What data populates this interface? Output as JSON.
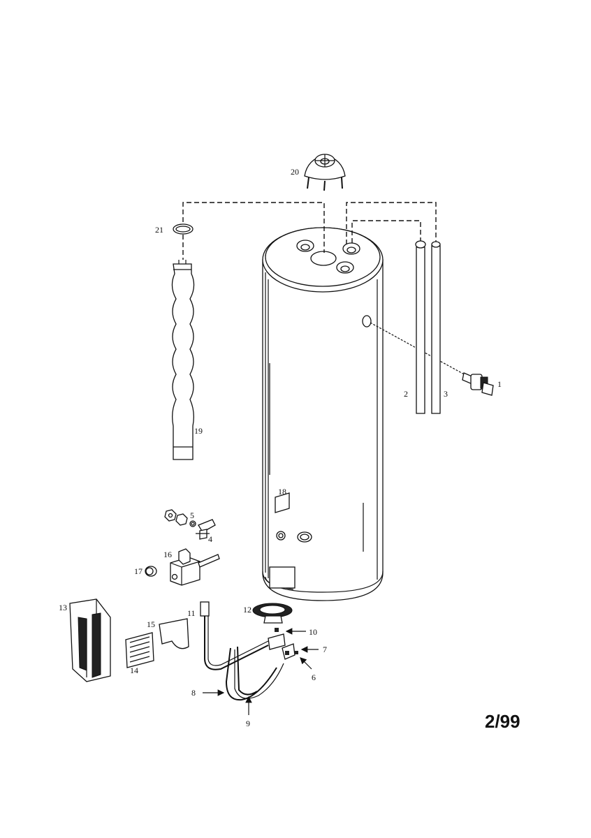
{
  "diagram": {
    "date_code": "2/99",
    "parts": [
      {
        "id": "part-1",
        "label": "1"
      },
      {
        "id": "part-2",
        "label": "2"
      },
      {
        "id": "part-3",
        "label": "3"
      },
      {
        "id": "part-4",
        "label": "4"
      },
      {
        "id": "part-5",
        "label": "5"
      },
      {
        "id": "part-6",
        "label": "6"
      },
      {
        "id": "part-7",
        "label": "7"
      },
      {
        "id": "part-8",
        "label": "8"
      },
      {
        "id": "part-9",
        "label": "9"
      },
      {
        "id": "part-10",
        "label": "10"
      },
      {
        "id": "part-11",
        "label": "11"
      },
      {
        "id": "part-12",
        "label": "12"
      },
      {
        "id": "part-13",
        "label": "13"
      },
      {
        "id": "part-14",
        "label": "14"
      },
      {
        "id": "part-15",
        "label": "15"
      },
      {
        "id": "part-16",
        "label": "16"
      },
      {
        "id": "part-17",
        "label": "17"
      },
      {
        "id": "part-18",
        "label": "18"
      },
      {
        "id": "part-19",
        "label": "19"
      },
      {
        "id": "part-20",
        "label": "20"
      },
      {
        "id": "part-21",
        "label": "21"
      }
    ]
  }
}
